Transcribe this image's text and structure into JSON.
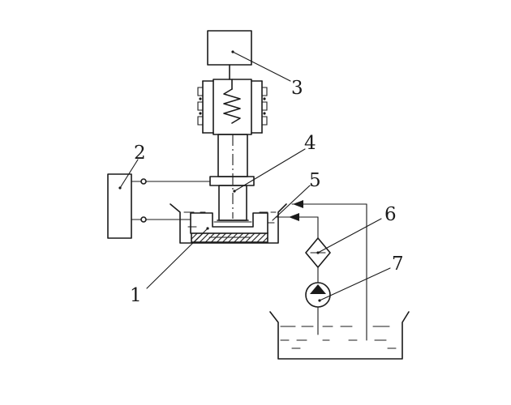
{
  "labels": {
    "workpiece": "1",
    "power_supply": "2",
    "servo_unit": "3",
    "tool_electrode": "4",
    "work_tank": "5",
    "filter": "6",
    "pump": "7"
  }
}
